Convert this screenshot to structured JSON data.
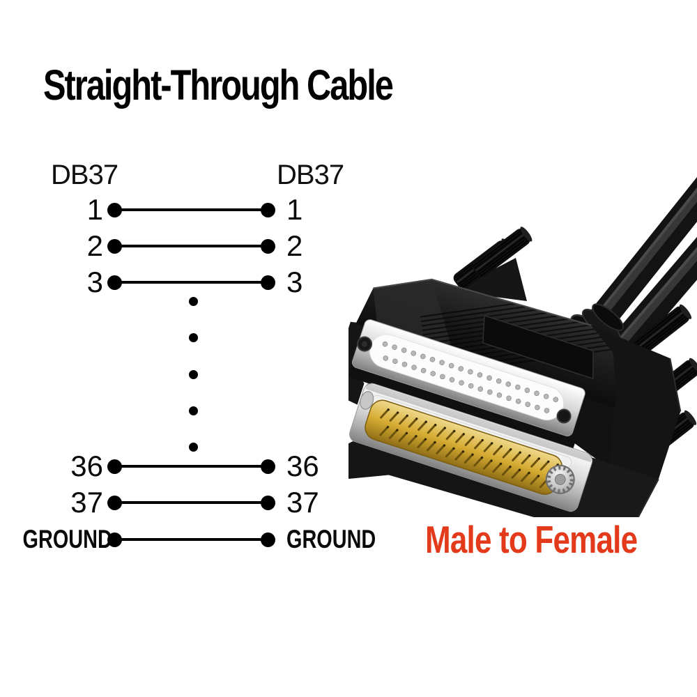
{
  "title": "Straight-Through Cable",
  "diagram": {
    "left_header": "DB37",
    "right_header": "DB37",
    "rows": [
      {
        "left": "1",
        "right": "1"
      },
      {
        "left": "2",
        "right": "2"
      },
      {
        "left": "3",
        "right": "3"
      },
      {
        "left": "36",
        "right": "36"
      },
      {
        "left": "37",
        "right": "37"
      },
      {
        "left": "GROUND",
        "right": "GROUND"
      }
    ],
    "ellipsis_dot_count": 5
  },
  "photo": {
    "caption": "Male to Female",
    "caption_color": "#e23a1a",
    "female_hole_rows": [
      19,
      18
    ],
    "male_pin_rows": [
      19,
      18
    ]
  },
  "colors": {
    "background": "#ffffff",
    "ink": "#0a0a0a",
    "caption_red": "#e23a1a"
  }
}
